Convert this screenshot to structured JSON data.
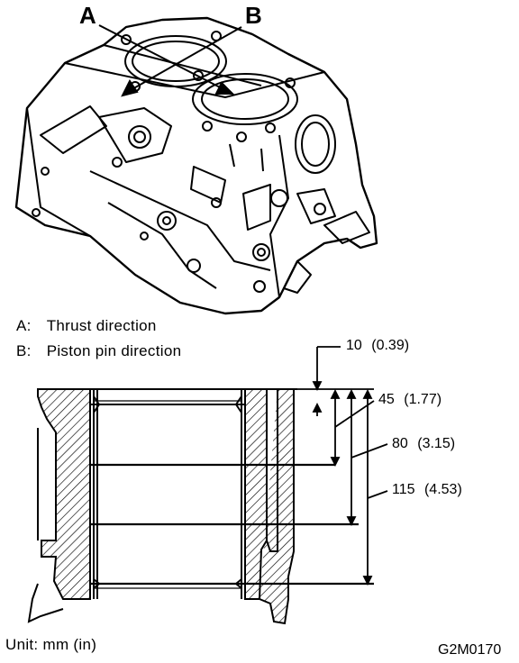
{
  "figure": {
    "callouts": {
      "a": "A",
      "b": "B"
    },
    "legend": [
      {
        "key": "A:",
        "text": "Thrust direction"
      },
      {
        "key": "B:",
        "text": "Piston pin direction"
      }
    ],
    "dimensions": [
      {
        "mm": "10",
        "in": "(0.39)"
      },
      {
        "mm": "45",
        "in": "(1.77)"
      },
      {
        "mm": "80",
        "in": "(3.15)"
      },
      {
        "mm": "115",
        "in": "(4.53)"
      }
    ],
    "unit_note": "Unit: mm (in)",
    "figure_code": "G2M0170"
  }
}
